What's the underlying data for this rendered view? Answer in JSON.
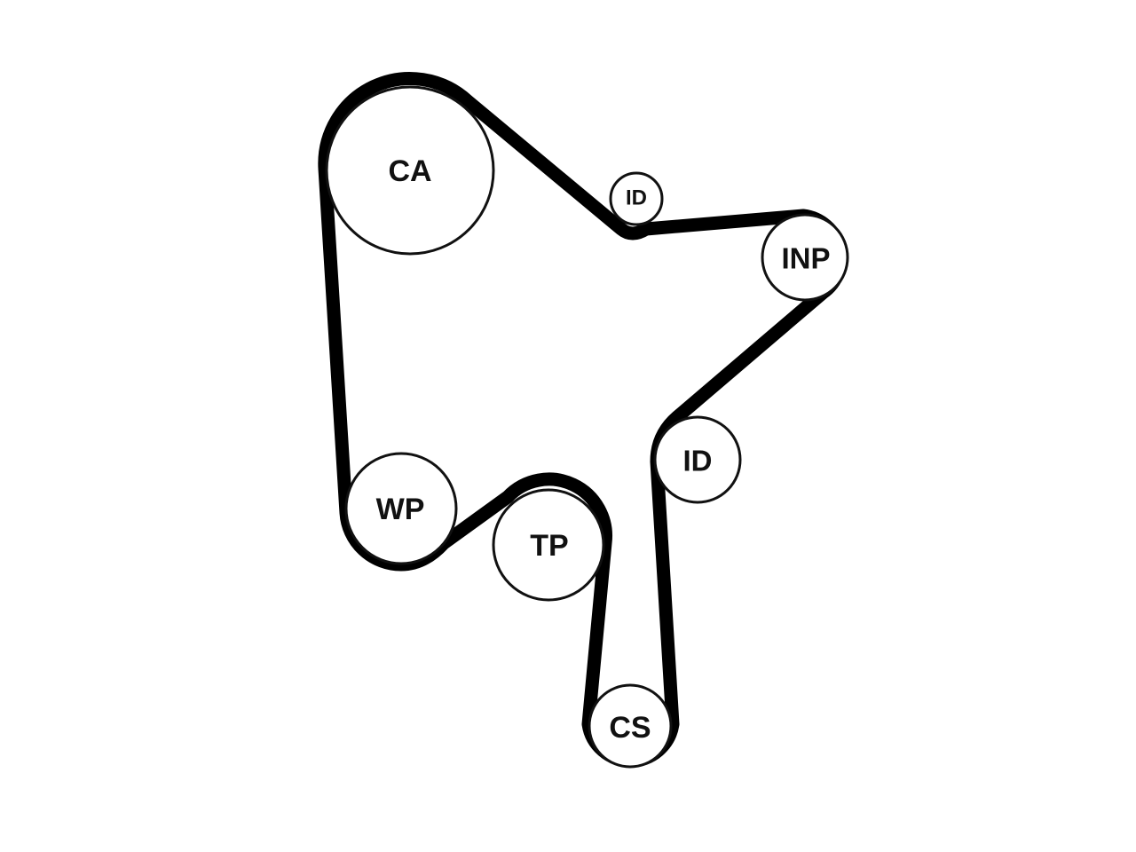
{
  "colors": {
    "belt": "#000000",
    "pulley_stroke": "#111111",
    "pulley_fill": "#ffffff",
    "label": "#111111",
    "background": "#ffffff"
  },
  "pulleys": {
    "camshaft": {
      "label": "CA"
    },
    "idler_top": {
      "label": "ID"
    },
    "injection_pump": {
      "label": "INP"
    },
    "idler_right": {
      "label": "ID"
    },
    "water_pump": {
      "label": "WP"
    },
    "tensioner": {
      "label": "TP"
    },
    "crankshaft": {
      "label": "CS"
    }
  }
}
